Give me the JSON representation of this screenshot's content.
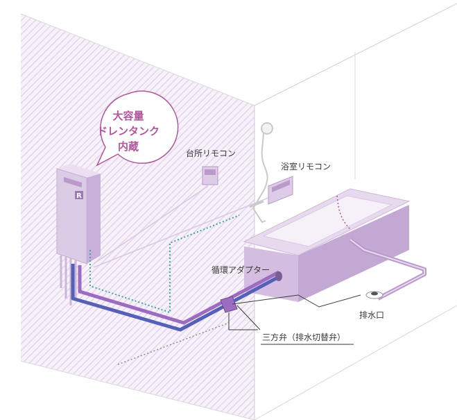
{
  "bubble": {
    "lines": [
      "大容量",
      "ドレンタンク",
      "内蔵"
    ]
  },
  "labels": {
    "kitchen_remote": "台所リモコン",
    "bath_remote": "浴室リモコン",
    "circulation_adapter": "循環アダプター",
    "drain_outlet": "排水口",
    "three_way_valve": "三方弁（排水切替弁）"
  },
  "heater": {
    "logo": "R"
  },
  "colors": {
    "lavender": "#d9c6e3",
    "lavender_dark": "#b99ac9",
    "accent_pink": "#b0569b",
    "pipe_blue": "#5560b8",
    "pipe_purple": "#9b6cc0",
    "dotted_teal": "#3aa6a6",
    "line_gray": "#bdbdbd"
  }
}
